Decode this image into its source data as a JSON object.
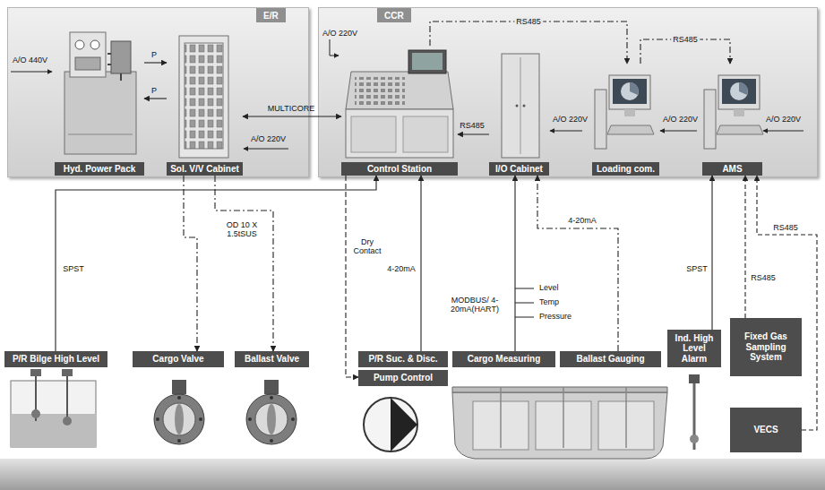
{
  "diagram": {
    "nodes": [
      {
        "text": [
          "E/R"
        ]
      },
      {
        "text": [
          "CCR"
        ]
      },
      {
        "text": [
          "Hyd. Power Pack"
        ],
        "in": 0
      },
      {
        "text": [
          "Sol. V/V Cabinet"
        ],
        "in": 0
      },
      {
        "text": [
          "Control Station"
        ],
        "in": 1
      },
      {
        "text": [
          "I/O Cabinet"
        ],
        "in": 1
      },
      {
        "text": [
          "Loading com."
        ],
        "in": 1
      },
      {
        "text": [
          "AMS"
        ],
        "in": 1
      },
      {
        "text": [
          "P/R Bilge High Level"
        ]
      },
      {
        "text": [
          "Cargo Valve"
        ]
      },
      {
        "text": [
          "Ballast Valve"
        ]
      },
      {
        "text": [
          "P/R Suc. & Disc."
        ]
      },
      {
        "text": [
          "Pump Control"
        ]
      },
      {
        "text": [
          "Cargo Measuring"
        ]
      },
      {
        "text": [
          "Ballast Gauging"
        ]
      },
      {
        "text": [
          "Ind. High Level Alarm"
        ]
      },
      {
        "text": [
          "Fixed Gas Sampling System"
        ]
      },
      {
        "text": [
          "VECS"
        ]
      }
    ],
    "edges": [
      {
        "from": 2,
        "to": 3,
        "label": "P",
        "arrow": "to"
      },
      {
        "from": 3,
        "to": 2,
        "label": "P",
        "arrow": "to"
      },
      {
        "from": 3,
        "to": 4,
        "label": "MULTICORE",
        "arrow": "both"
      },
      {
        "from": 5,
        "to": 4,
        "label": "RS485",
        "arrow": "to"
      },
      {
        "from": 4,
        "to": 6,
        "label": "RS485",
        "arrow": "to"
      },
      {
        "from": 6,
        "to": 7,
        "label": "RS485",
        "arrow": "to"
      },
      {
        "from": 8,
        "to": 4,
        "label": "SPST",
        "arrow": "to"
      },
      {
        "from": 3,
        "to": 9,
        "arrow": "to"
      },
      {
        "from": 3,
        "to": 10,
        "label": "OD 10 X 1.5tSUS",
        "arrow": "to"
      },
      {
        "from": 4,
        "to": 12,
        "label": "Dry Contact",
        "arrow": "to"
      },
      {
        "from": 11,
        "to": 4,
        "label": "4-20mA",
        "arrow": "to"
      },
      {
        "from": 13,
        "to": 5,
        "label": "MODBUS/ 4-20mA(HART)",
        "arrow": "to"
      },
      {
        "from": 14,
        "to": 5,
        "label": "4-20mA",
        "arrow": "to"
      },
      {
        "from": 15,
        "to": 7,
        "label": "SPST",
        "arrow": "to"
      },
      {
        "from": 16,
        "to": 7,
        "label": "RS485",
        "arrow": "to"
      },
      {
        "from": 17,
        "to": 7,
        "label": "RS485",
        "arrow": "to"
      }
    ],
    "labels": [
      "A/O 440V",
      "A/O 220V",
      "A/O 220V",
      "A/O 220V",
      "A/O 220V",
      "A/O 220V",
      "Level",
      "Temp",
      "Pressure"
    ]
  }
}
